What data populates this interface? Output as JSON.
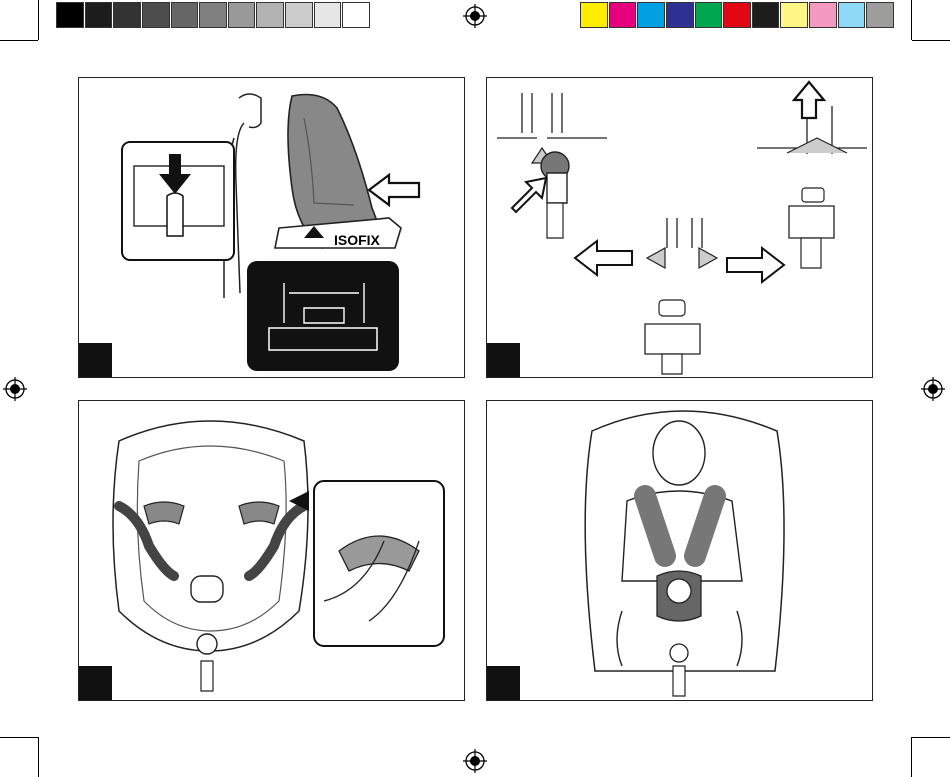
{
  "color_bars": {
    "grayscale": [
      "#000000",
      "#1c1c1c",
      "#333333",
      "#4d4d4d",
      "#666666",
      "#808080",
      "#999999",
      "#b3b3b3",
      "#cccccc",
      "#e6e6e6",
      "#ffffff"
    ],
    "process": [
      "#ffed00",
      "#e6007e",
      "#00a0e3",
      "#2e3192",
      "#00a650",
      "#e30613",
      "#1d1d1b",
      "#fff685",
      "#f49ac1",
      "#8ed8f8",
      "#9d9d9c"
    ]
  },
  "panels": [
    {
      "number": "",
      "illustration": "isofix-base-install",
      "label": "ISOFIX"
    },
    {
      "number": "",
      "illustration": "isofix-connectors-release"
    },
    {
      "number": "",
      "illustration": "harness-shoulder-pads"
    },
    {
      "number": "",
      "illustration": "child-secured-in-harness"
    }
  ],
  "registration_marks": [
    "reg-top",
    "reg-left",
    "reg-right",
    "reg-bottom"
  ]
}
